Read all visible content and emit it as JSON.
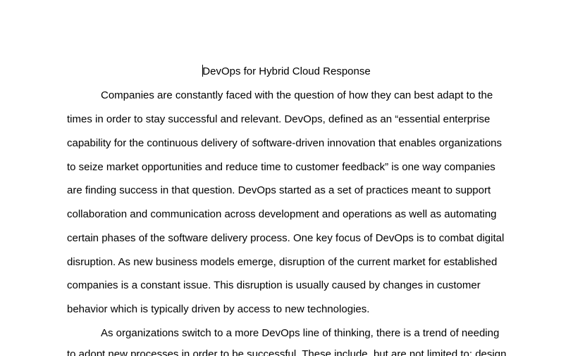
{
  "document": {
    "title": "DevOps for Hybrid Cloud Response",
    "lines": [
      "Companies are constantly faced with the question of how they can best adapt to the",
      "times in order to stay successful and relevant. DevOps, defined as an “essential enterprise",
      "capability for the continuous delivery of software-driven innovation that enables organizations",
      "to seize market opportunities and reduce time to customer feedback” is one way companies",
      "are finding success in that question. DevOps started as a set of practices meant to support",
      "collaboration and communication across development and operations as well as automating",
      "certain phases of the software delivery process. One key focus of DevOps is to combat digital",
      "disruption. As new business models emerge, disruption of the current market for established",
      "companies is a constant issue. This disruption is usually caused by changes in customer",
      "behavior which is typically driven by access to new technologies.",
      "As organizations switch to a more DevOps line of thinking, there is a trend of needing",
      "to adopt new processes in order to be successful. These include, but are not limited to: design"
    ]
  }
}
